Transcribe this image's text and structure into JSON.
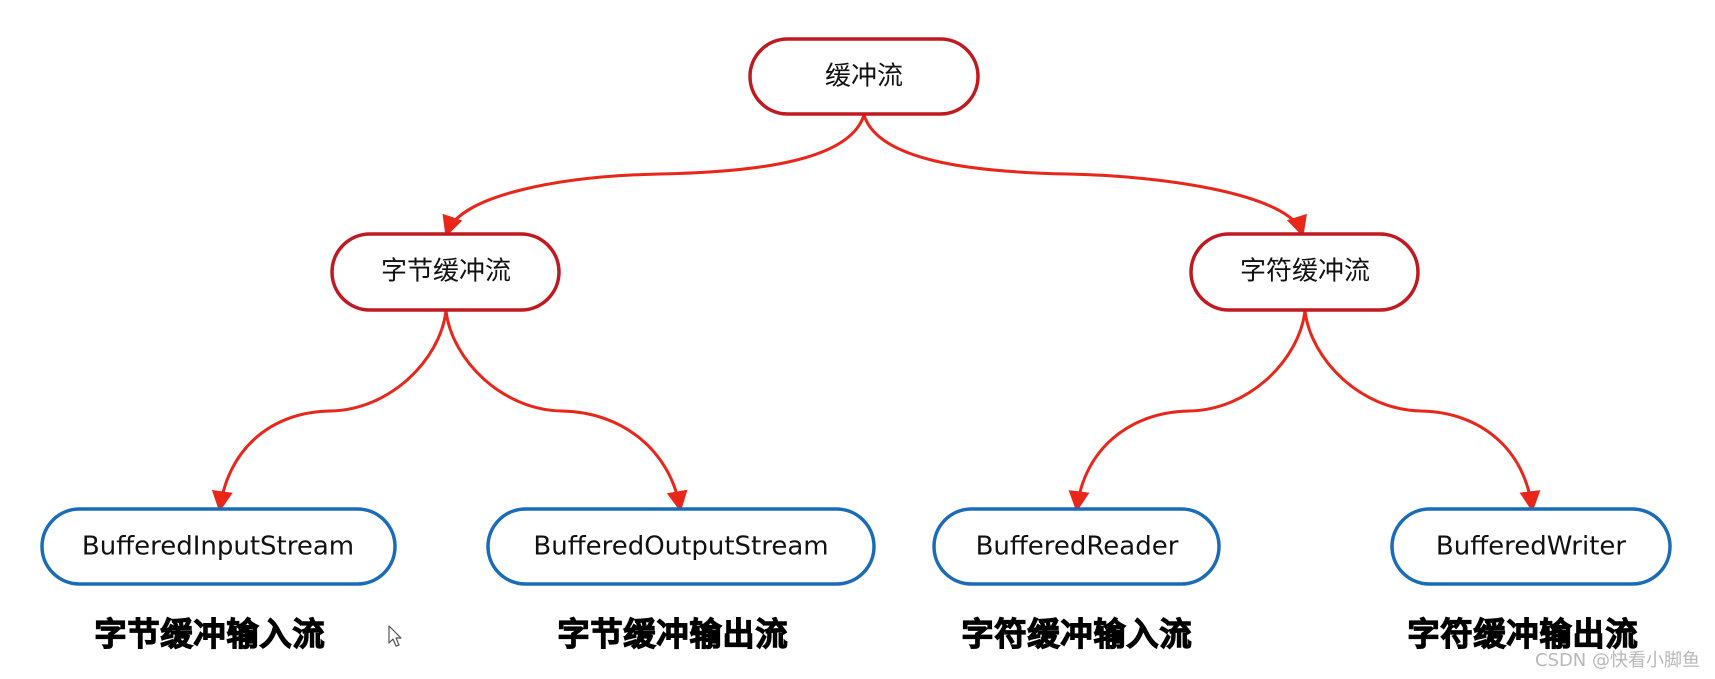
{
  "colors": {
    "red_border": "#c0191f",
    "red_arrow": "#e8261a",
    "blue_border": "#1b6cb8",
    "text": "#111111",
    "watermark": "#b8b8b8"
  },
  "nodes": {
    "root": "缓冲流",
    "byte_buffered": "字节缓冲流",
    "char_buffered": "字符缓冲流",
    "buffered_input_stream": "BufferedInputStream",
    "buffered_output_stream": "BufferedOutputStream",
    "buffered_reader": "BufferedReader",
    "buffered_writer": "BufferedWriter"
  },
  "captions": {
    "byte_input": "字节缓冲输入流",
    "byte_output": "字节缓冲输出流",
    "char_input": "字符缓冲输入流",
    "char_output": "字符缓冲输出流"
  },
  "cursor_icon": "mouse-pointer-icon",
  "watermark": "CSDN @快看小脚鱼"
}
